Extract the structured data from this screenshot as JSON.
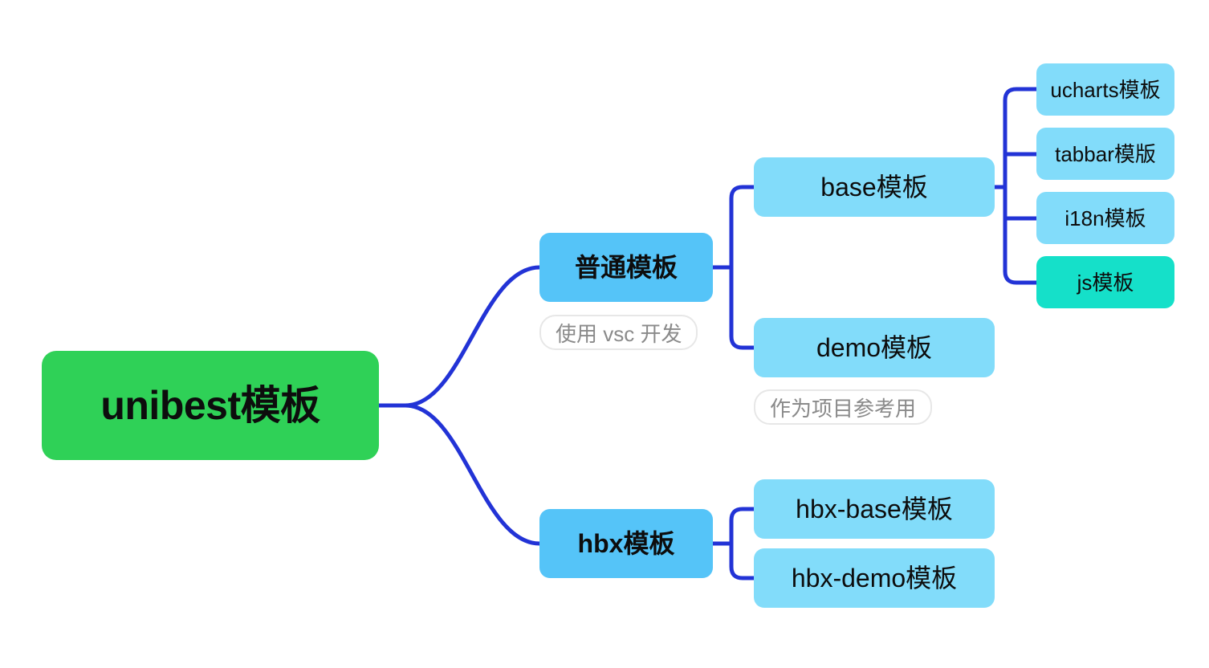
{
  "diagram": {
    "type": "mindmap",
    "title": "unibest模板",
    "background": "#ffffff",
    "edge_color": "#2233d6"
  },
  "colors": {
    "root_green": "#2fd157",
    "branch_blue": "#55c4f8",
    "sub_light_blue": "#82dcfa",
    "leaf_teal": "#15e0c9",
    "edge_blue": "#2233d6",
    "note_border": "#e7e7e7",
    "note_text": "#8a8a8a",
    "node_text": "#0d0d0d"
  },
  "root": {
    "label": "unibest模板"
  },
  "branches": [
    {
      "id": "normal",
      "label": "普通模板",
      "note": "使用 vsc 开发",
      "children": [
        {
          "id": "base",
          "label": "base模板",
          "note": null,
          "children": [
            {
              "id": "ucharts",
              "label": "ucharts模板",
              "highlight": false
            },
            {
              "id": "tabbar",
              "label": "tabbar模版",
              "highlight": false
            },
            {
              "id": "i18n",
              "label": "i18n模板",
              "highlight": false
            },
            {
              "id": "js",
              "label": "js模板",
              "highlight": true
            }
          ]
        },
        {
          "id": "demo",
          "label": "demo模板",
          "note": "作为项目参考用",
          "children": []
        }
      ]
    },
    {
      "id": "hbx",
      "label": "hbx模板",
      "note": null,
      "children": [
        {
          "id": "hbx-base",
          "label": "hbx-base模板",
          "children": []
        },
        {
          "id": "hbx-demo",
          "label": "hbx-demo模板",
          "children": []
        }
      ]
    }
  ]
}
